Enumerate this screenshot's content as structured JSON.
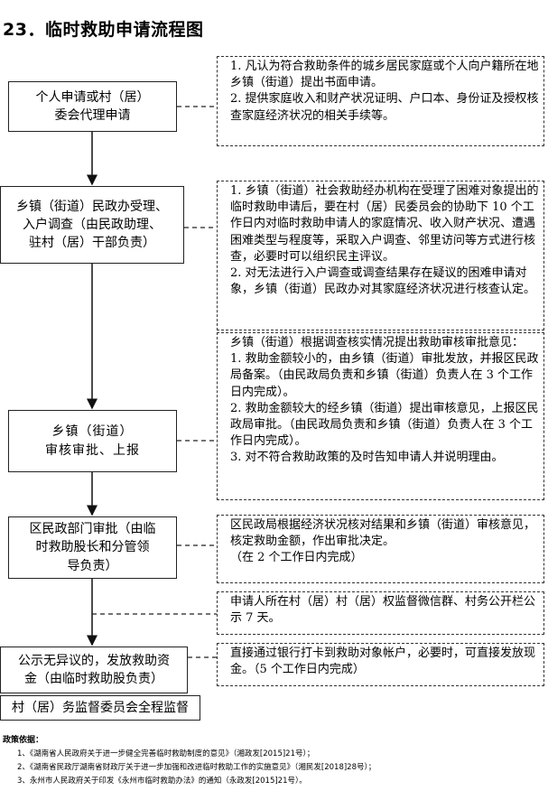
{
  "title": "23．临时救助申请流程图",
  "steps": [
    {
      "text": "个人申请或村（居）\n委会代理申请"
    },
    {
      "text": "乡镇（街道）民政办受理、\n入户调查（由民政助理、\n驻村（居）干部负责）"
    },
    {
      "text": "乡镇（街道）\n审核审批、上报"
    },
    {
      "text": "区民政部门审批（由临\n时救助股长和分管领\n导负责）"
    },
    {
      "text": "公示无异议的，发放救助资\n金（由临时救助股负责）"
    },
    {
      "text": "村（居）务监督委员会全程监督"
    }
  ],
  "notes": [
    {
      "lines": [
        "1. 凡认为符合救助条件的城乡居民家庭或个人向户籍所在地乡镇（街道）提出书面申请。",
        "2. 提供家庭收入和财产状况证明、户口本、身份证及授权核查家庭经济状况的相关手续等。"
      ]
    },
    {
      "lines": [
        "1. 乡镇（街道）社会救助经办机构在受理了困难对象提出的临时救助申请后，要在村（居）民委员会的协助下 10 个工作日内对临时救助申请人的家庭情况、收入财产状况、遭遇困难类型与程度等，采取入户调查、邻里访问等方式进行核查，必要时可以组织民主评议。",
        "2. 对无法进行入户调查或调查结果存在疑议的困难申请对象，乡镇（街道）民政办对其家庭经济状况进行核查认定。"
      ]
    },
    {
      "lines": [
        "乡镇（街道）根据调查核实情况提出救助审核审批意见：",
        "1. 救助金额较小的，由乡镇（街道）审批发放，并报区民政局备案。（由民政局负责和乡镇（街道）负责人在 3 个工作日内完成）。",
        "2. 救助金额较大的经乡镇（街道）提出审核意见，上报区民政局审批。（由民政局负责和乡镇（街道）负责人在 3 个工作日内完成）。",
        "3. 对不符合救助政策的及时告知申请人并说明理由。"
      ]
    },
    {
      "lines": [
        "区民政局根据经济状况核对结果和乡镇（街道）审核意见，核定救助金额，作出审批决定。",
        "（在 2 个工作日内完成）"
      ]
    },
    {
      "lines": [
        "申请人所在村（居）村（居）权监督微信群、村务公开栏公示 7 天。"
      ]
    },
    {
      "lines": [
        "直接通过银行打卡到救助对象帐户，必要时，可直接发放现金。（5 个工作日内完成）"
      ]
    }
  ],
  "sources": {
    "heading": "政策依据：",
    "items": [
      "1、《湖南省人民政府关于进一步健全完善临时救助制度的意见》（湘政发[2015]21号）；",
      "2、《湖南省民政厅湖南省财政厅关于进一步加强和改进临时救助工作的实施意见》（湘民发[2018]28号）；",
      "3、永州市人民政府关于印发《永州市临时救助办法》的通知（永政发[2015]21号）。"
    ]
  }
}
